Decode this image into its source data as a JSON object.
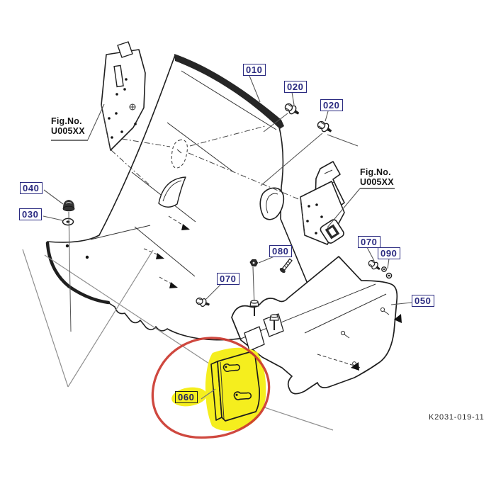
{
  "diagram": {
    "reference_code": "K2031-019-11",
    "fig_notes": {
      "left": {
        "line1": "Fig.No.",
        "line2": "U005XX"
      },
      "right": {
        "line1": "Fig.No.",
        "line2": "U005XX"
      }
    },
    "labels": {
      "p010": "010",
      "p020a": "020",
      "p020b": "020",
      "p030": "030",
      "p040": "040",
      "p050": "050",
      "p060": "060",
      "p070a": "070",
      "p070b": "070",
      "p080": "080",
      "p090": "090"
    },
    "highlighted_part": "060",
    "colors": {
      "label_navy": "#2a2a80",
      "line_black": "#1f1f1f",
      "leader_gray": "#8f8f8f",
      "highlight_yellow": "#f5ee1e",
      "marker_red": "#cb3a30",
      "background": "#ffffff"
    }
  }
}
